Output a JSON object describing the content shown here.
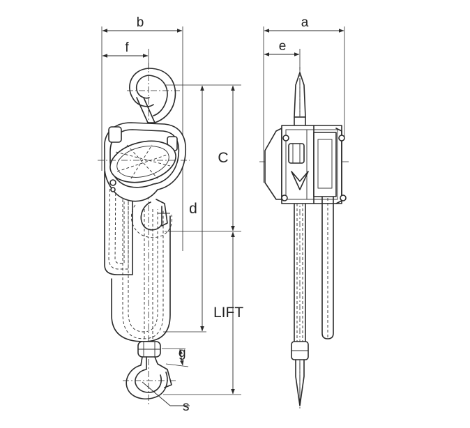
{
  "dimensions": {
    "a": "a",
    "b": "b",
    "c": "C",
    "d": "d",
    "e": "e",
    "f": "f",
    "g": "g",
    "s": "s",
    "lift": "LIFT"
  },
  "colors": {
    "line": "#2a2a2a",
    "background": "#ffffff"
  }
}
